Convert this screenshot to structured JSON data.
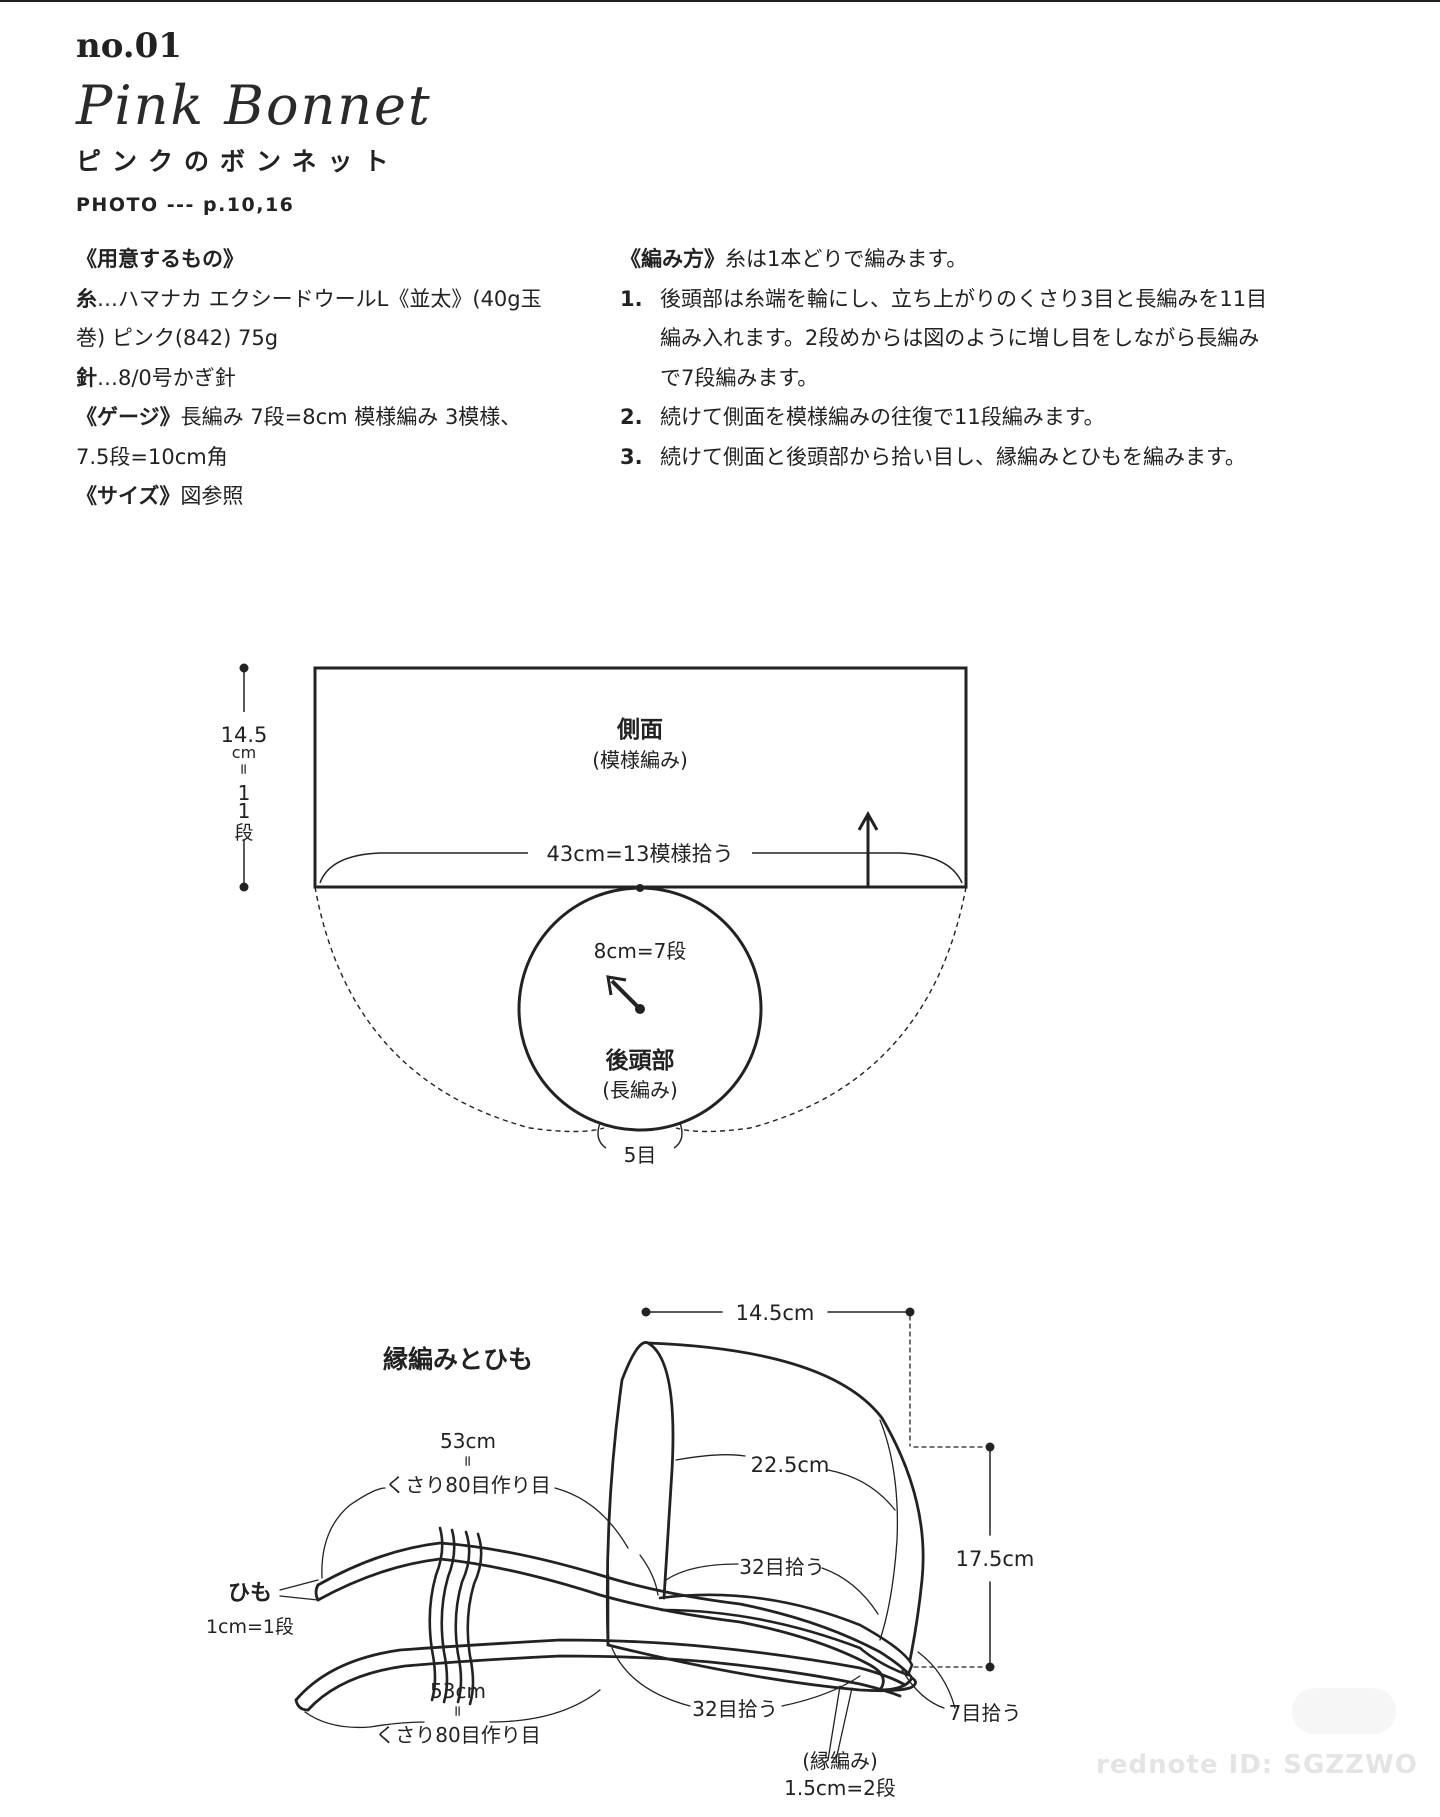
{
  "header": {
    "pattern_no": "no.01",
    "script_title": "Pink Bonnet",
    "jp_title": "ピンクのボンネット",
    "photo_ref": "PHOTO --- p.10,16"
  },
  "materials": {
    "heading": "《用意するもの》",
    "yarn_label": "糸",
    "yarn_line1": "…ハマナカ エクシードウールL《並太》(40g玉",
    "yarn_line2": "巻) ピンク(842) 75g",
    "needle_label": "針",
    "needle_text": "…8/0号かぎ針",
    "gauge_label": "《ゲージ》",
    "gauge_line1": "長編み 7段=8cm 模様編み 3模様、",
    "gauge_line2": "7.5段=10cm角",
    "size_label": "《サイズ》",
    "size_text": "図参照"
  },
  "instructions": {
    "heading": "《編み方》",
    "intro": "糸は1本どりで編みます。",
    "steps": [
      {
        "num": "1.",
        "text": "後頭部は糸端を輪にし、立ち上がりのくさり3目と長編みを11目編み入れます。2段めからは図のように増し目をしながら長編みで7段編みます。"
      },
      {
        "num": "2.",
        "text": "続けて側面を模様編みの往復で11段編みます。"
      },
      {
        "num": "3.",
        "text": "続けて側面と後頭部から拾い目し、縁編みとひもを編みます。"
      }
    ]
  },
  "diagram1": {
    "side_title": "側面",
    "side_sub": "(模様編み)",
    "height_val": "14.5",
    "height_unit": "cm",
    "height_eq": "=",
    "height_rows_1": "1",
    "height_rows_2": "1",
    "height_rows_unit": "段",
    "width_label": "43cm=13模様拾う",
    "circle_rows": "8cm=7段",
    "back_title": "後頭部",
    "back_sub": "(長編み)",
    "gap_label": "5目"
  },
  "diagram2": {
    "title": "縁編みとひも",
    "top_width": "14.5cm",
    "side_len": "22.5cm",
    "height": "17.5cm",
    "pick_upper": "32目拾う",
    "pick_lower": "32目拾う",
    "pick_back": "7目拾う",
    "tie_top_len": "53cm",
    "tie_top_eq": "=",
    "tie_top_chain": "くさり80目作り目",
    "tie_bottom_len": "53cm",
    "tie_bottom_eq": "=",
    "tie_bottom_chain": "くさり80目作り目",
    "tie_label": "ひも",
    "tie_rows": "1cm=1段",
    "edge_label": "(縁編み)",
    "edge_rows": "1.5cm=2段"
  },
  "watermark": "rednote ID: SGZZWO"
}
